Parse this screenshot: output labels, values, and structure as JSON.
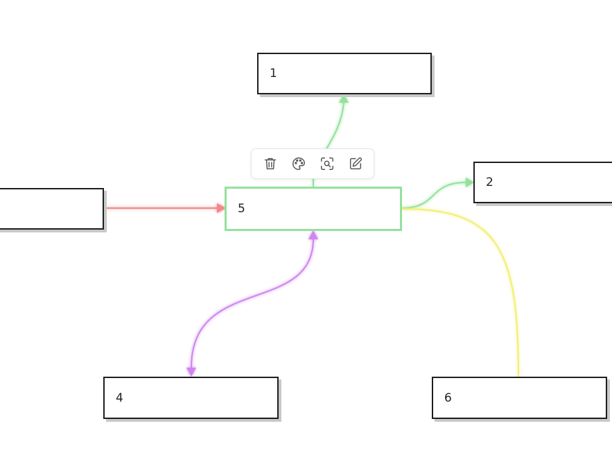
{
  "nodes": {
    "n1": {
      "label": "1"
    },
    "n2": {
      "label": "2"
    },
    "n3": {
      "label": ""
    },
    "n4": {
      "label": "4"
    },
    "n5": {
      "label": "5",
      "selected": true
    },
    "n6": {
      "label": "6"
    }
  },
  "edges": [
    {
      "from": "5",
      "to": "1",
      "color": "#93e29b",
      "arrow": "end"
    },
    {
      "from": "5",
      "to": "2",
      "color": "#93e29b",
      "arrow": "end"
    },
    {
      "from": "3",
      "to": "5",
      "color": "#f08a8a",
      "arrow": "end"
    },
    {
      "from": "5",
      "to": "4",
      "color": "#cf86ef",
      "arrow": "both"
    },
    {
      "from": "5",
      "to": "6",
      "color": "#f3ee73",
      "arrow": "none"
    }
  ],
  "toolbar": {
    "icons": [
      "trash-icon",
      "palette-icon",
      "zoom-fit-icon",
      "edit-icon"
    ]
  },
  "colors": {
    "node_border": "#1e1e1e",
    "selected_border": "#93e29b",
    "shadow": "#c9c9c9"
  }
}
